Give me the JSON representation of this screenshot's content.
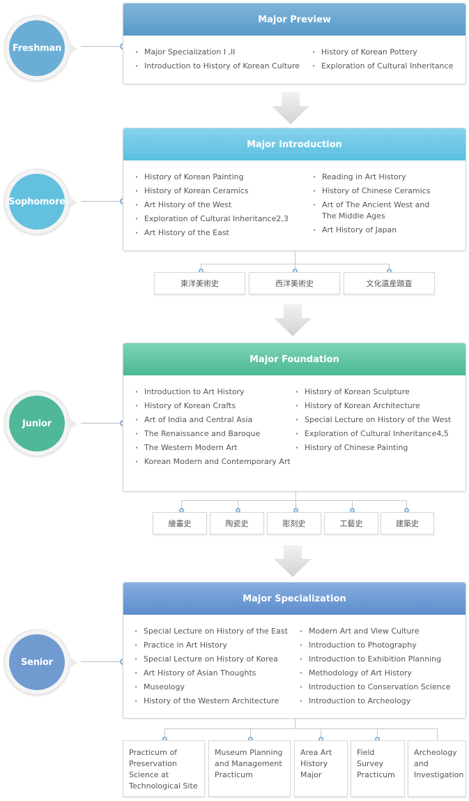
{
  "colors": {
    "freshman": "#6aaed6",
    "sophomore": "#63c0de",
    "junior": "#4fb89a",
    "senior": "#6f9bd1"
  },
  "freshman": {
    "label": "Freshman",
    "header": "Major Preview",
    "left": [
      "Major Specialization I ,II",
      "Introduction to History of Korean Culture"
    ],
    "right": [
      "History of Korean Pottery",
      "Exploration of Cultural Inheritance"
    ]
  },
  "sophomore": {
    "label": "Sophomore",
    "header": "Major Introduction",
    "left": [
      "History of Korean Painting",
      "History of Korean Ceramics",
      "Art History of the West",
      "Exploration of Cultural Inheritance2,3",
      "Art History of the East"
    ],
    "right": [
      "Reading in Art History",
      "History of Chinese Ceramics",
      "Art of The Ancient West and The Middle Ages",
      "Art History of Japan"
    ],
    "tags": [
      "東洋美術史",
      "西洋美術史",
      "文化遺産踏査"
    ]
  },
  "junior": {
    "label": "Junior",
    "header": "Major Foundation",
    "left": [
      "Introduction to Art History",
      "History of Korean Crafts",
      "Art of India and Central Asia",
      "The Renaissance and Baroque",
      "The Western Modern Art",
      "Korean Modern and Contemporary Art"
    ],
    "right": [
      "History of Korean Sculpture",
      "History of Korean Architecture",
      "Special Lecture on History of the West",
      "Exploration of Cultural Inheritance4,5",
      "History of Chinese Painting"
    ],
    "tags": [
      "繪畫史",
      "陶瓷史",
      "彫刻史",
      "工藝史",
      "建築史"
    ]
  },
  "senior": {
    "label": "Senior",
    "header": "Major Specialization",
    "left": [
      "Special Lecture on History of the East",
      "Practice in Art History",
      "Special Lecture on History of Korea",
      "Art History of Asian Thoughts",
      "Museology",
      "History of the Western Architecture"
    ],
    "right": [
      "Modern Art and View Culture",
      "Introduction to Photography",
      "Introduction to Exhibition Planning",
      "Methodology of Art History",
      "Introduction to Conservation Science",
      "Introduction to Archeology"
    ],
    "tracks": [
      "Practicum of Preservation Science at Technological Site",
      "Museum Planning and Management Practicum",
      "Area Art History Major",
      "Field Survey Practicum",
      "Archeology and Investigation"
    ]
  },
  "icons": {
    "flow_arrow": "down-arrow-icon"
  }
}
